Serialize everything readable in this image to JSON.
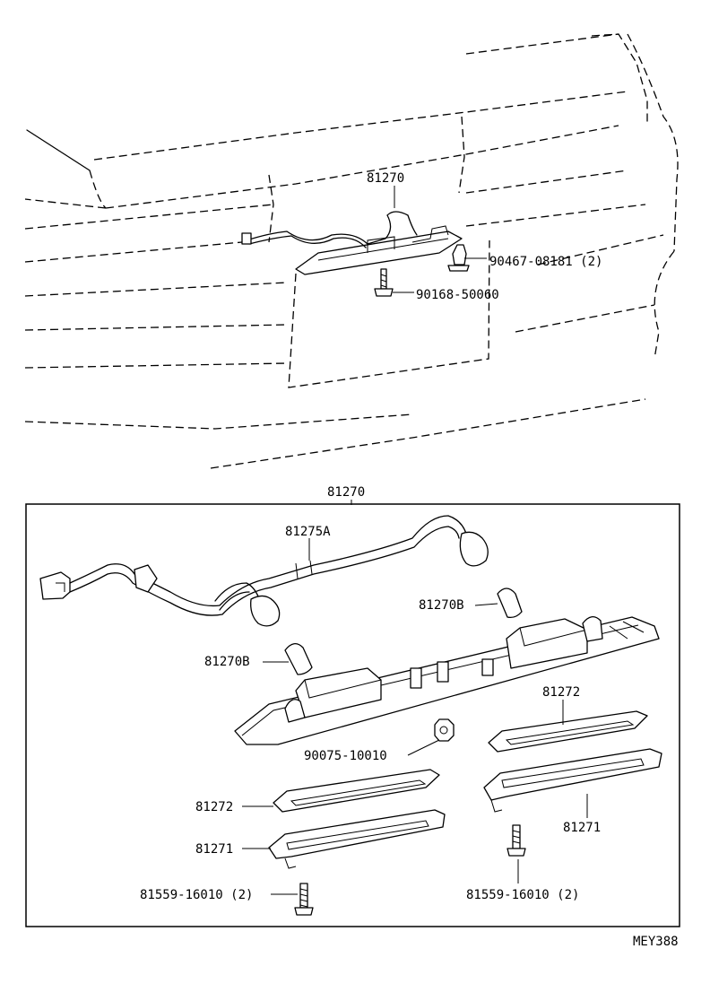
{
  "top_view": {
    "assembly_label": "81270",
    "clip_label": "90467-08181 (2)",
    "screw_label": "90168-50060"
  },
  "exploded_view": {
    "box_label": "81270",
    "wire_harness_label": "81275A",
    "bulb_right_label": "81270B",
    "bulb_left_label": "81270B",
    "nut_label": "90075-10010",
    "lens_right_label": "81272",
    "lens_left_label": "81272",
    "housing_right_label": "81271",
    "housing_left_label": "81271",
    "screw_left_label": "81559-16010 (2)",
    "screw_right_label": "81559-16010 (2)"
  },
  "diagram_code": "MEY388"
}
